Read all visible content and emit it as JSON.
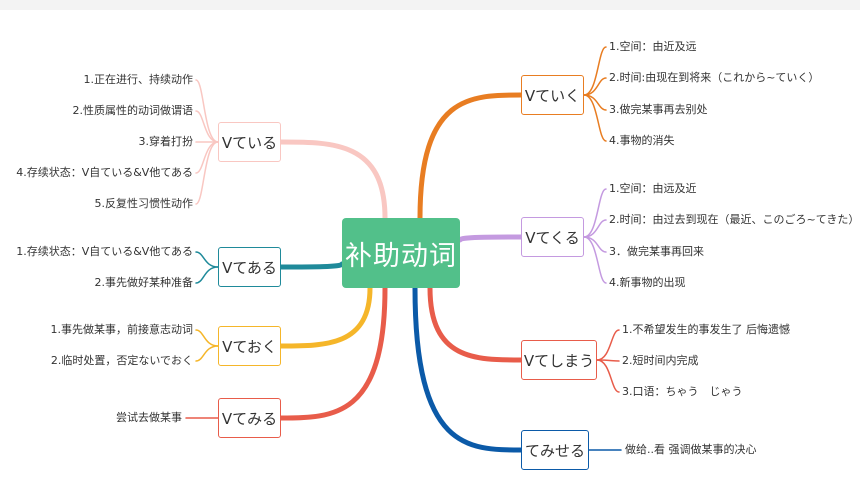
{
  "center": {
    "label": "补助动词",
    "color": "#52c08a"
  },
  "branches": [
    {
      "id": "te-iku",
      "label": "Vていく",
      "side": "right",
      "color": "#e87d22",
      "items": [
        "1.空间：由近及远",
        "2.时间:由现在到将来（これから~ていく）",
        "3.做完某事再去别处",
        "4.事物的消失"
      ]
    },
    {
      "id": "te-kuru",
      "label": "Vてくる",
      "side": "right",
      "color": "#c49ae0",
      "items": [
        "1.空间：由远及近",
        "2.时间：由过去到现在（最近、このごろ~てきた）",
        "3．做完某事再回来",
        "4.新事物的出现"
      ]
    },
    {
      "id": "te-shimau",
      "label": "Vてしまう",
      "side": "right",
      "color": "#e85c4a",
      "items": [
        "1.不希望发生的事发生了 后悔遗憾",
        "2.短时间内完成",
        "3.口语：ちゃう　じゃう"
      ]
    },
    {
      "id": "te-miseru",
      "label": "てみせる",
      "side": "right",
      "color": "#0b5aa8",
      "items": [
        "做给..看 强调做某事的决心"
      ]
    },
    {
      "id": "te-iru",
      "label": "Vている",
      "side": "left",
      "color": "#f9c7c2",
      "items": [
        "1.正在进行、持续动作",
        "2.性质属性的动词做谓语",
        "3.穿着打扮",
        "4.存续状态：V自ている&V他てある",
        "5.反复性习惯性动作"
      ]
    },
    {
      "id": "te-aru",
      "label": "Vてある",
      "side": "left",
      "color": "#1f8a9a",
      "items": [
        "1.存续状态：V自ている&V他てある",
        "2.事先做好某种准备"
      ]
    },
    {
      "id": "te-oku",
      "label": "Vておく",
      "side": "left",
      "color": "#f5b62a",
      "items": [
        "1.事先做某事，前接意志动词",
        "2.临时处置，否定ないでおく"
      ]
    },
    {
      "id": "te-miru",
      "label": "Vてみる",
      "side": "left",
      "color": "#e85c4a",
      "items": [
        "尝试去做某事"
      ]
    }
  ]
}
